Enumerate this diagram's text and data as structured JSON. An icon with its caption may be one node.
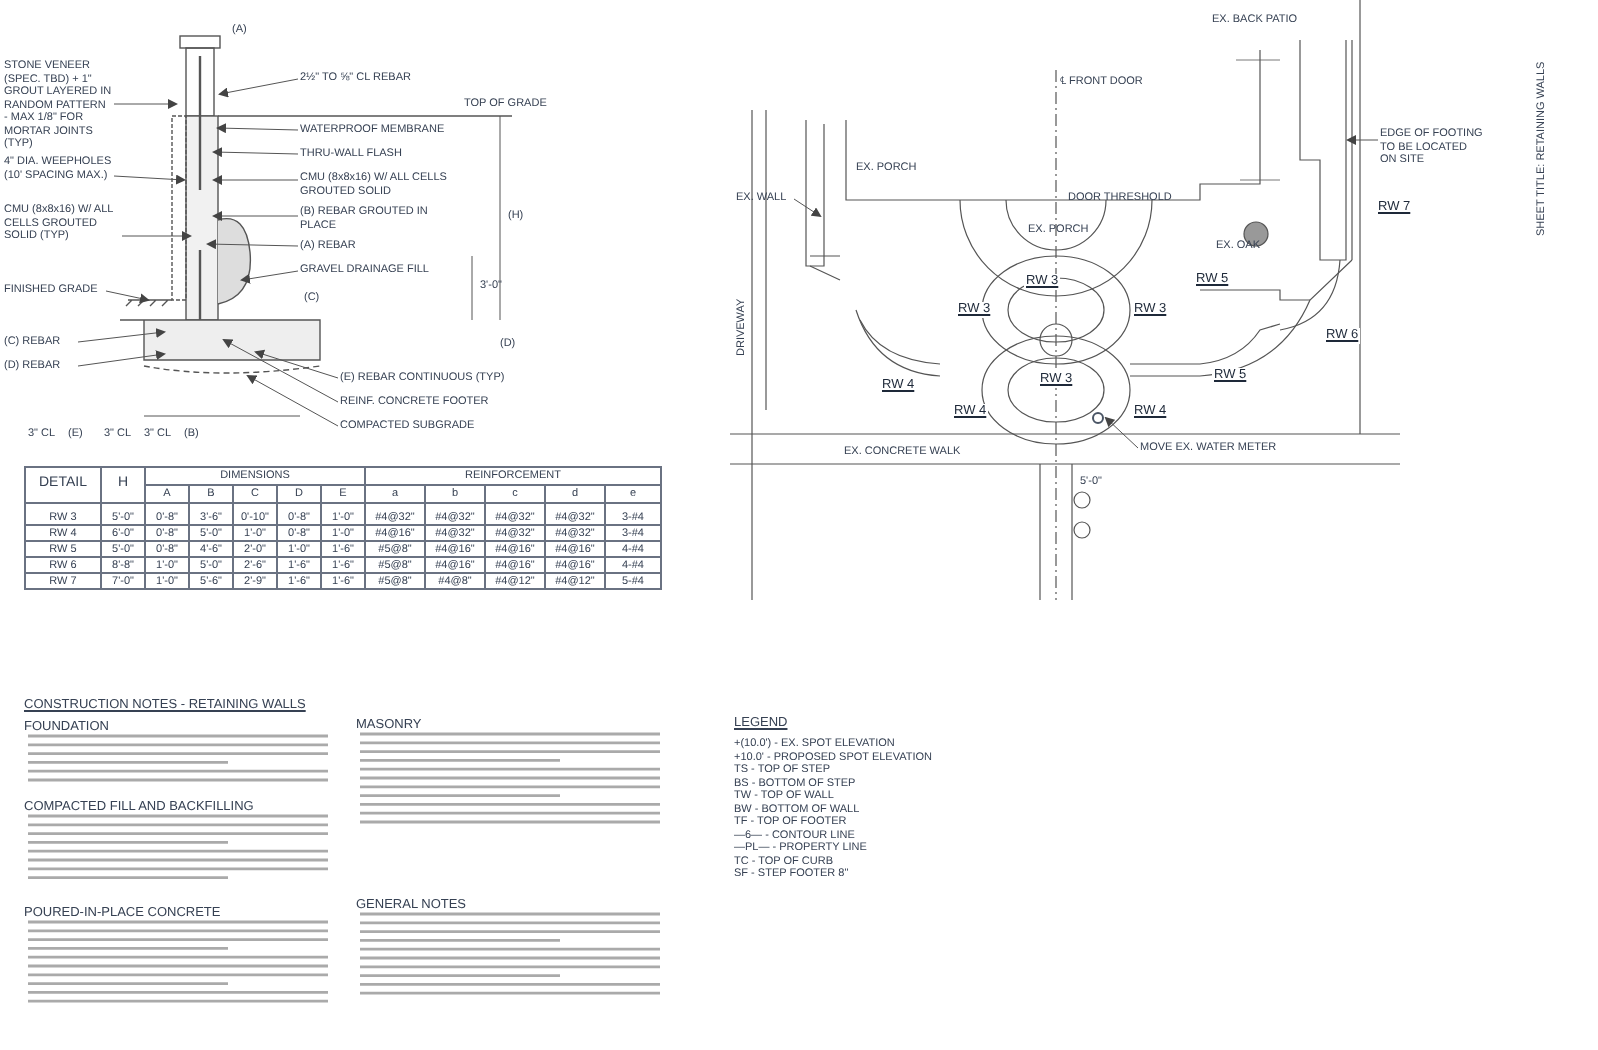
{
  "diagram": {
    "nodes": [
      {
        "text": [
          "STONE VENEER (SPEC. TBD) + 1\" GROUT LAYERED IN RANDOM PATTERN - MAX 1/8\" FOR MORTAR JOINTS (TYP)"
        ]
      },
      {
        "text": [
          "WATERPROOF MEMBRANE"
        ]
      },
      {
        "text": [
          "THRU-WALL FLASH"
        ]
      },
      {
        "text": [
          "CMU (8x8x16) W/ ALL CELLS GROUTED SOLID"
        ]
      },
      {
        "text": [
          "(B) REBAR GROUTED IN PLACE"
        ]
      },
      {
        "text": [
          "(A) REBAR"
        ]
      },
      {
        "text": [
          "4\" DIA. WEEPHOLES (10' SPACING MAX.)"
        ]
      },
      {
        "text": [
          "CMU (8x8x16) W/ ALL CELLS GROUTED SOLID (TYP)"
        ]
      },
      {
        "text": [
          "FINISHED GRADE"
        ]
      },
      {
        "text": [
          "GRAVEL DRAINAGE FILL"
        ]
      },
      {
        "text": [
          "(C) REBAR"
        ]
      },
      {
        "text": [
          "(D) REBAR"
        ]
      },
      {
        "text": [
          "(E) REBAR CONTINUOUS (TYP)"
        ]
      },
      {
        "text": [
          "REINF. CONCRETE FOOTER"
        ]
      },
      {
        "text": [
          "COMPACTED SUBGRADE"
        ]
      },
      {
        "text": [
          "2½\" TO ⅝\" CL REBAR"
        ]
      },
      {
        "text": [
          "EX. WALL"
        ]
      },
      {
        "text": [
          "EDGE OF FOOTING TO BE LOCATED ON SITE"
        ]
      },
      {
        "text": [
          "MOVE EX. WATER METER"
        ]
      },
      {
        "text": [],
        "shape": "circle"
      }
    ],
    "edges": [
      {
        "from": 0,
        "to": null,
        "arrow": "to"
      },
      {
        "from": 1,
        "to": null,
        "arrow": "to"
      },
      {
        "from": 2,
        "to": null,
        "arrow": "to"
      },
      {
        "from": 3,
        "to": null,
        "arrow": "to"
      },
      {
        "from": 4,
        "to": null,
        "arrow": "to"
      },
      {
        "from": 5,
        "to": null,
        "arrow": "to"
      },
      {
        "from": 6,
        "to": null,
        "arrow": "to"
      },
      {
        "from": 7,
        "to": null,
        "arrow": "to"
      },
      {
        "from": 8,
        "to": null,
        "arrow": "to"
      },
      {
        "from": 9,
        "to": null,
        "arrow": "to"
      },
      {
        "from": 10,
        "to": null,
        "arrow": "to"
      },
      {
        "from": 11,
        "to": null,
        "arrow": "to"
      },
      {
        "from": 12,
        "to": null,
        "arrow": "to"
      },
      {
        "from": 13,
        "to": null,
        "arrow": "to"
      },
      {
        "from": 14,
        "to": null,
        "arrow": "to"
      },
      {
        "from": 15,
        "to": null,
        "arrow": "to"
      },
      {
        "from": 16,
        "to": null,
        "arrow": "to"
      },
      {
        "from": 17,
        "to": null,
        "arrow": "to"
      },
      {
        "from": 18,
        "to": 19,
        "arrow": "to"
      }
    ],
    "labels": [
      "(A)",
      "TOP OF GRADE",
      "(H)",
      "3'-0\"",
      "(E)",
      "(C)",
      "3\" CL",
      "(D)",
      "3\" CL",
      "3\" CL",
      "(B)",
      "DETAIL",
      "H",
      "DIMENSIONS",
      "REINFORCEMENT",
      "A",
      "B",
      "C",
      "D",
      "E",
      "a",
      "b",
      "c",
      "d",
      "e",
      "RW 3",
      "5'-0\"",
      "0'-8\"",
      "3'-6\"",
      "0'-10\"",
      "0'-8\"",
      "1'-0\"",
      "#4@32\"",
      "#4@32\"",
      "#4@32\"",
      "#4@32\"",
      "3-#4",
      "RW 4",
      "6'-0\"",
      "0'-8\"",
      "5'-0\"",
      "1'-0\"",
      "0'-8\"",
      "1'-0\"",
      "#4@16\"",
      "#4@32\"",
      "#4@32\"",
      "#4@32\"",
      "3-#4",
      "RW 5",
      "5'-0\"",
      "0'-8\"",
      "4'-6\"",
      "2'-0\"",
      "1'-0\"",
      "1'-6\"",
      "#5@8\"",
      "#4@16\"",
      "#4@16\"",
      "#4@16\"",
      "4-#4",
      "RW 6",
      "8'-8\"",
      "1'-0\"",
      "5'-0\"",
      "2'-6\"",
      "1'-6\"",
      "1'-6\"",
      "#5@8\"",
      "#4@16\"",
      "#4@16\"",
      "#4@16\"",
      "4-#4",
      "RW 7",
      "7'-0\"",
      "1'-0\"",
      "5'-6\"",
      "2'-9\"",
      "1'-6\"",
      "1'-6\"",
      "#5@8\"",
      "#4@8\"",
      "#4@12\"",
      "#4@12\"",
      "5-#4",
      "EX. BACK PATIO",
      "℄ FRONT DOOR",
      "EX. PORCH",
      "DOOR THRESHOLD",
      "EX. PORCH",
      "RW 7",
      "EX. OAK",
      "RW 3",
      "RW 5",
      "RW 3",
      "RW 3",
      "RW 6",
      "DRIVEWAY",
      "RW 4",
      "RW 3",
      "RW 5",
      "RW 4",
      "RW 4",
      "EX. CONCRETE WALK",
      "5'-0\"",
      "SHEET TITLE: RETAINING WALLS",
      "CONSTRUCTION NOTES - RETAINING WALLS",
      "FOUNDATION",
      "COMPACTED FILL AND BACKFILLING",
      "POURED-IN-PLACE CONCRETE",
      "MASONRY",
      "GENERAL NOTES",
      "LEGEND"
    ],
    "legend": [
      {
        "text": "+(10.0') - EX. SPOT ELEVATION"
      },
      {
        "text": "+10.0' - PROPOSED SPOT ELEVATION"
      },
      {
        "text": "TS - TOP OF STEP"
      },
      {
        "text": "BS - BOTTOM OF STEP"
      },
      {
        "text": "TW - TOP OF WALL"
      },
      {
        "text": "BW - BOTTOM OF WALL"
      },
      {
        "text": "TF - TOP OF FOOTER"
      },
      {
        "text": "—6— - CONTOUR LINE"
      },
      {
        "text": "—PL— - PROPERTY LINE"
      },
      {
        "text": "TC - TOP OF CURB"
      },
      {
        "text": "SF - STEP FOOTER 8\""
      }
    ]
  }
}
